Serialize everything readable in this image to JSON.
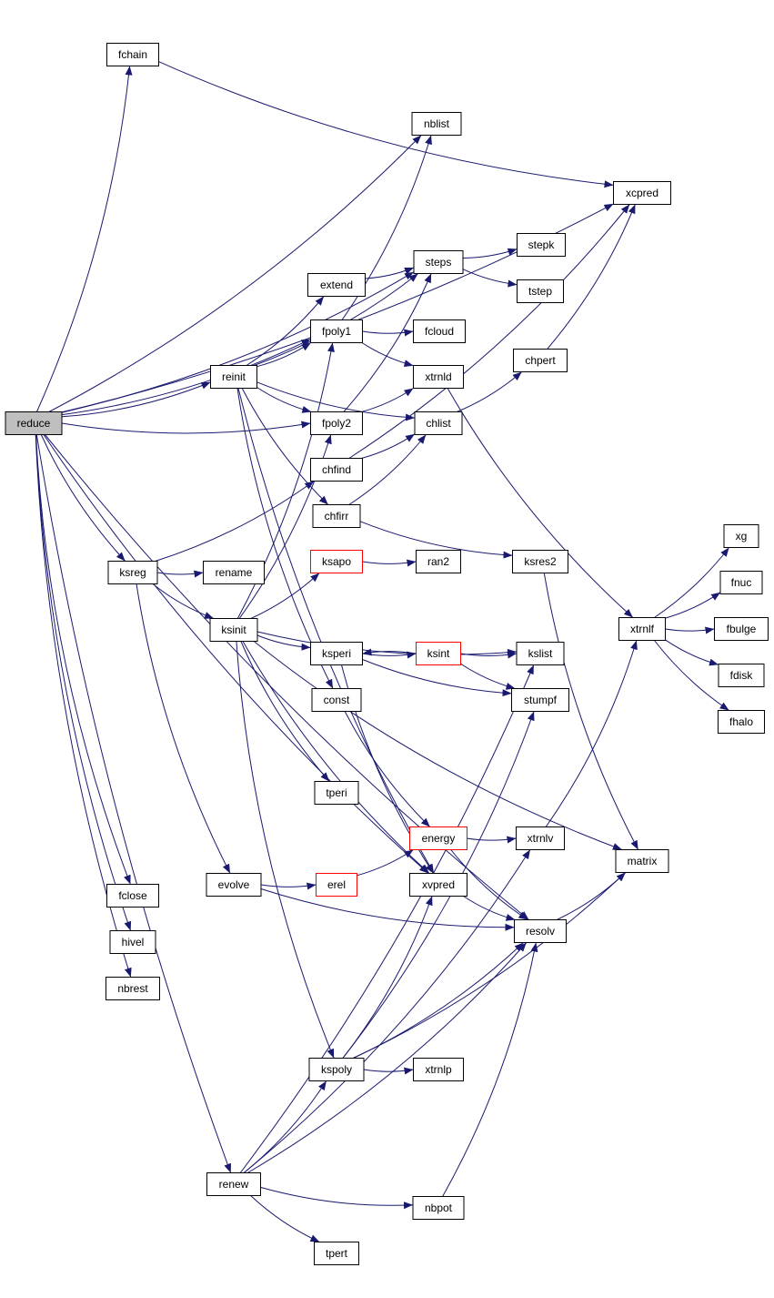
{
  "diagram": {
    "type": "call-graph",
    "root": "reduce",
    "colors": {
      "edge": "#191970",
      "node_border": "#000000",
      "node_border_incomplete": "#ff0000",
      "root_fill": "#bfbfbf",
      "node_fill": "#ffffff"
    },
    "nodes": [
      {
        "id": "reduce",
        "label": "reduce",
        "style": "root"
      },
      {
        "id": "fchain",
        "label": "fchain",
        "style": "normal"
      },
      {
        "id": "nblist",
        "label": "nblist",
        "style": "normal"
      },
      {
        "id": "xcpred",
        "label": "xcpred",
        "style": "normal"
      },
      {
        "id": "steps",
        "label": "steps",
        "style": "normal"
      },
      {
        "id": "stepk",
        "label": "stepk",
        "style": "normal"
      },
      {
        "id": "tstep",
        "label": "tstep",
        "style": "normal"
      },
      {
        "id": "extend",
        "label": "extend",
        "style": "normal"
      },
      {
        "id": "fpoly1",
        "label": "fpoly1",
        "style": "normal"
      },
      {
        "id": "fcloud",
        "label": "fcloud",
        "style": "normal"
      },
      {
        "id": "reinit",
        "label": "reinit",
        "style": "normal"
      },
      {
        "id": "chpert",
        "label": "chpert",
        "style": "normal"
      },
      {
        "id": "xtrnld",
        "label": "xtrnld",
        "style": "normal"
      },
      {
        "id": "fpoly2",
        "label": "fpoly2",
        "style": "normal"
      },
      {
        "id": "chlist",
        "label": "chlist",
        "style": "normal"
      },
      {
        "id": "chfind",
        "label": "chfind",
        "style": "normal"
      },
      {
        "id": "chfirr",
        "label": "chfirr",
        "style": "normal"
      },
      {
        "id": "ksreg",
        "label": "ksreg",
        "style": "normal"
      },
      {
        "id": "rename",
        "label": "rename",
        "style": "normal"
      },
      {
        "id": "ksapo",
        "label": "ksapo",
        "style": "incomplete"
      },
      {
        "id": "ran2",
        "label": "ran2",
        "style": "normal"
      },
      {
        "id": "ksres2",
        "label": "ksres2",
        "style": "normal"
      },
      {
        "id": "xg",
        "label": "xg",
        "style": "normal"
      },
      {
        "id": "fnuc",
        "label": "fnuc",
        "style": "normal"
      },
      {
        "id": "xtrnlf",
        "label": "xtrnlf",
        "style": "normal"
      },
      {
        "id": "fbulge",
        "label": "fbulge",
        "style": "normal"
      },
      {
        "id": "ksinit",
        "label": "ksinit",
        "style": "normal"
      },
      {
        "id": "ksperi",
        "label": "ksperi",
        "style": "normal"
      },
      {
        "id": "ksint",
        "label": "ksint",
        "style": "incomplete"
      },
      {
        "id": "kslist",
        "label": "kslist",
        "style": "normal"
      },
      {
        "id": "fdisk",
        "label": "fdisk",
        "style": "normal"
      },
      {
        "id": "const",
        "label": "const",
        "style": "normal"
      },
      {
        "id": "stumpf",
        "label": "stumpf",
        "style": "normal"
      },
      {
        "id": "fhalo",
        "label": "fhalo",
        "style": "normal"
      },
      {
        "id": "tperi",
        "label": "tperi",
        "style": "normal"
      },
      {
        "id": "energy",
        "label": "energy",
        "style": "incomplete"
      },
      {
        "id": "xtrnlv",
        "label": "xtrnlv",
        "style": "normal"
      },
      {
        "id": "matrix",
        "label": "matrix",
        "style": "normal"
      },
      {
        "id": "evolve",
        "label": "evolve",
        "style": "normal"
      },
      {
        "id": "erel",
        "label": "erel",
        "style": "incomplete"
      },
      {
        "id": "xvpred",
        "label": "xvpred",
        "style": "normal"
      },
      {
        "id": "fclose",
        "label": "fclose",
        "style": "normal"
      },
      {
        "id": "resolv",
        "label": "resolv",
        "style": "normal"
      },
      {
        "id": "hivel",
        "label": "hivel",
        "style": "normal"
      },
      {
        "id": "nbrest",
        "label": "nbrest",
        "style": "normal"
      },
      {
        "id": "kspoly",
        "label": "kspoly",
        "style": "normal"
      },
      {
        "id": "xtrnlp",
        "label": "xtrnlp",
        "style": "normal"
      },
      {
        "id": "renew",
        "label": "renew",
        "style": "normal"
      },
      {
        "id": "nbpot",
        "label": "nbpot",
        "style": "normal"
      },
      {
        "id": "tpert",
        "label": "tpert",
        "style": "normal"
      }
    ],
    "edges": [
      [
        "reduce",
        "fchain"
      ],
      [
        "reduce",
        "xcpred"
      ],
      [
        "reduce",
        "nblist"
      ],
      [
        "reduce",
        "steps"
      ],
      [
        "reduce",
        "fpoly1"
      ],
      [
        "reduce",
        "reinit"
      ],
      [
        "reduce",
        "fpoly2"
      ],
      [
        "reduce",
        "ksreg"
      ],
      [
        "reduce",
        "fclose"
      ],
      [
        "reduce",
        "hivel"
      ],
      [
        "reduce",
        "nbrest"
      ],
      [
        "reduce",
        "xvpred"
      ],
      [
        "reduce",
        "renew"
      ],
      [
        "reduce",
        "resolv"
      ],
      [
        "fchain",
        "xcpred"
      ],
      [
        "steps",
        "stepk"
      ],
      [
        "steps",
        "tstep"
      ],
      [
        "extend",
        "steps"
      ],
      [
        "fpoly1",
        "nblist"
      ],
      [
        "fpoly1",
        "fcloud"
      ],
      [
        "fpoly1",
        "xtrnld"
      ],
      [
        "fpoly2",
        "steps"
      ],
      [
        "fpoly2",
        "xtrnld"
      ],
      [
        "reinit",
        "steps"
      ],
      [
        "reinit",
        "extend"
      ],
      [
        "reinit",
        "fpoly1"
      ],
      [
        "reinit",
        "fpoly2"
      ],
      [
        "reinit",
        "chlist"
      ],
      [
        "reinit",
        "chfirr"
      ],
      [
        "reinit",
        "const"
      ],
      [
        "reinit",
        "xvpred"
      ],
      [
        "chpert",
        "xcpred"
      ],
      [
        "chlist",
        "chpert"
      ],
      [
        "chfind",
        "chlist"
      ],
      [
        "chfind",
        "xcpred"
      ],
      [
        "chfirr",
        "chlist"
      ],
      [
        "chfirr",
        "ksres2"
      ],
      [
        "xtrnld",
        "xtrnlf"
      ],
      [
        "ksreg",
        "chfind"
      ],
      [
        "ksreg",
        "rename"
      ],
      [
        "ksreg",
        "ksinit"
      ],
      [
        "ksreg",
        "evolve"
      ],
      [
        "ksapo",
        "ran2"
      ],
      [
        "ksres2",
        "matrix"
      ],
      [
        "xtrnlf",
        "xg"
      ],
      [
        "xtrnlf",
        "fnuc"
      ],
      [
        "xtrnlf",
        "fbulge"
      ],
      [
        "xtrnlf",
        "fdisk"
      ],
      [
        "xtrnlf",
        "fhalo"
      ],
      [
        "ksinit",
        "fpoly1"
      ],
      [
        "ksinit",
        "fpoly2"
      ],
      [
        "ksinit",
        "ksapo"
      ],
      [
        "ksinit",
        "kslist"
      ],
      [
        "ksinit",
        "ksperi"
      ],
      [
        "ksinit",
        "tperi"
      ],
      [
        "ksinit",
        "matrix"
      ],
      [
        "ksinit",
        "xvpred"
      ],
      [
        "ksinit",
        "kspoly"
      ],
      [
        "ksperi",
        "ksint"
      ],
      [
        "ksperi",
        "stumpf"
      ],
      [
        "ksperi",
        "xvpred"
      ],
      [
        "ksint",
        "ksperi"
      ],
      [
        "ksint",
        "kslist"
      ],
      [
        "ksint",
        "stumpf"
      ],
      [
        "const",
        "energy"
      ],
      [
        "energy",
        "xtrnlv"
      ],
      [
        "energy",
        "resolv"
      ],
      [
        "xtrnlv",
        "xtrnlf"
      ],
      [
        "evolve",
        "erel"
      ],
      [
        "evolve",
        "resolv"
      ],
      [
        "erel",
        "energy"
      ],
      [
        "xvpred",
        "resolv"
      ],
      [
        "resolv",
        "matrix"
      ],
      [
        "kspoly",
        "xtrnlp"
      ],
      [
        "kspoly",
        "stumpf"
      ],
      [
        "kspoly",
        "xvpred"
      ],
      [
        "kspoly",
        "matrix"
      ],
      [
        "kspoly",
        "resolv"
      ],
      [
        "renew",
        "kspoly"
      ],
      [
        "renew",
        "nbpot"
      ],
      [
        "renew",
        "tpert"
      ],
      [
        "renew",
        "resolv"
      ],
      [
        "renew",
        "kslist"
      ],
      [
        "renew",
        "xtrnlv"
      ],
      [
        "nbpot",
        "resolv"
      ]
    ]
  }
}
